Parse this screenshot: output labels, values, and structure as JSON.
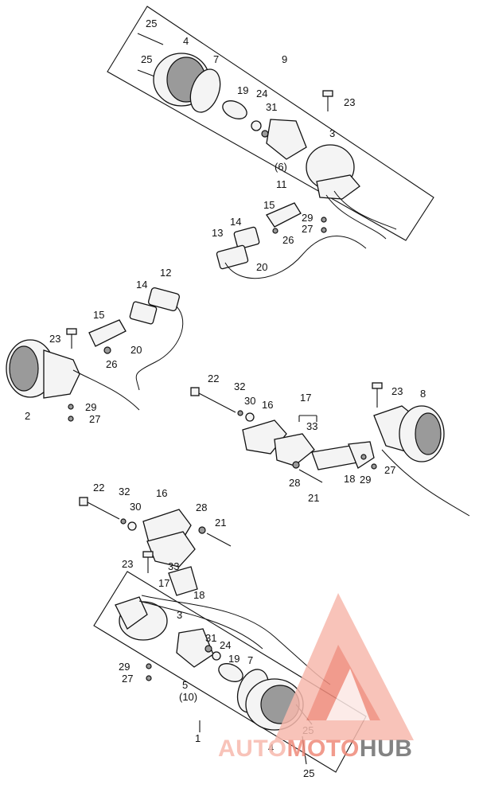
{
  "callouts": {
    "top_assembly": [
      "25",
      "25",
      "4",
      "7",
      "9",
      "23",
      "19",
      "24",
      "31",
      "3",
      "(6)",
      "11",
      "15",
      "14",
      "13",
      "29",
      "27",
      "26",
      "20"
    ],
    "left_assembly": [
      "12",
      "14",
      "15",
      "23",
      "20",
      "26",
      "2",
      "29",
      "27"
    ],
    "right_assembly": [
      "22",
      "32",
      "30",
      "16",
      "17",
      "33",
      "23",
      "8",
      "18",
      "29",
      "27",
      "28",
      "21"
    ],
    "bottom_assembly": [
      "22",
      "32",
      "16",
      "30",
      "28",
      "21",
      "23",
      "33",
      "17",
      "18",
      "3",
      "31",
      "24",
      "19",
      "29",
      "27",
      "5",
      "(10)",
      "7",
      "25",
      "1",
      "4",
      "25"
    ]
  },
  "watermark": {
    "part1": "AUTO",
    "part2": "MOTO",
    "part3": "HUB",
    "color_light": "#f7b9ad",
    "color_mid": "#ef8a7a",
    "color_dark": "#6e6e6e"
  },
  "colors": {
    "ink": "#111111",
    "background": "#ffffff"
  }
}
